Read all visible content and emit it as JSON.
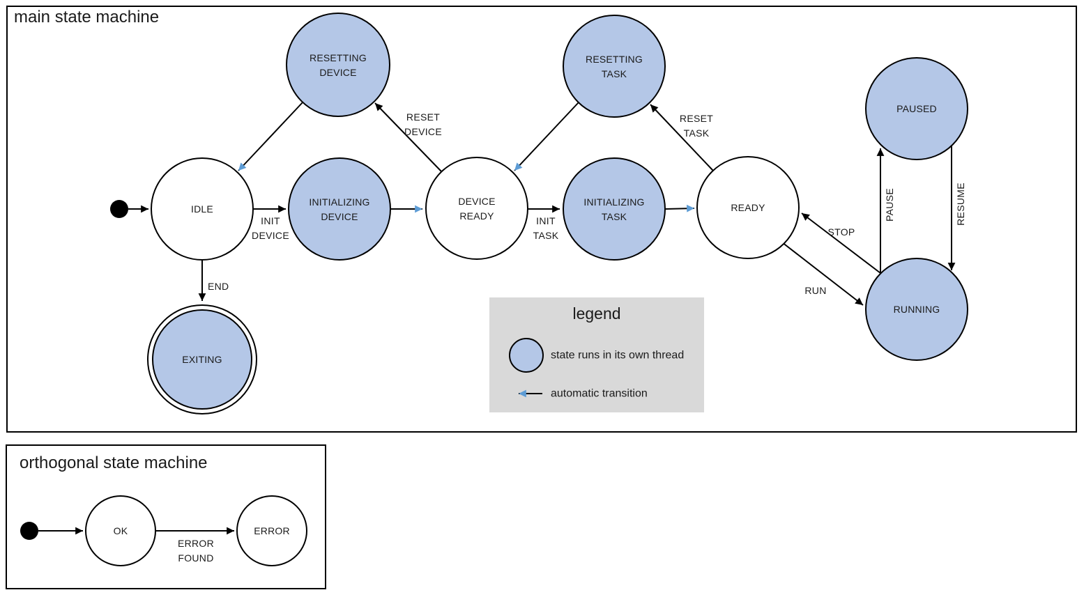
{
  "colors": {
    "thread_state_fill": "#b4c7e7",
    "plain_state_fill": "#ffffff",
    "auto_transition_blue": "#5d9cd5",
    "legend_background": "#d9d9d9",
    "outline": "#000000"
  },
  "main_machine": {
    "title": "main state machine",
    "states": {
      "idle": {
        "label": "IDLE"
      },
      "resetting_device": {
        "line1": "RESETTING",
        "line2": "DEVICE"
      },
      "initializing_device": {
        "line1": "INITIALIZING",
        "line2": "DEVICE"
      },
      "device_ready": {
        "line1": "DEVICE",
        "line2": "READY"
      },
      "resetting_task": {
        "line1": "RESETTING",
        "line2": "TASK"
      },
      "initializing_task": {
        "line1": "INITIALIZING",
        "line2": "TASK"
      },
      "ready": {
        "label": "READY"
      },
      "paused": {
        "label": "PAUSED"
      },
      "running": {
        "label": "RUNNING"
      },
      "exiting": {
        "label": "EXITING"
      }
    },
    "transitions": {
      "init_device": {
        "line1": "INIT",
        "line2": "DEVICE"
      },
      "init_task": {
        "line1": "INIT",
        "line2": "TASK"
      },
      "reset_device": {
        "line1": "RESET",
        "line2": "DEVICE"
      },
      "reset_task": {
        "line1": "RESET",
        "line2": "TASK"
      },
      "end": {
        "label": "END"
      },
      "stop": {
        "label": "STOP"
      },
      "run": {
        "label": "RUN"
      },
      "pause": {
        "label": "PAUSE"
      },
      "resume": {
        "label": "RESUME"
      }
    }
  },
  "legend": {
    "title": "legend",
    "thread_state_item": "state runs in its own thread",
    "auto_transition_item": "automatic transition"
  },
  "orthogonal_machine": {
    "title": "orthogonal state machine",
    "states": {
      "ok": {
        "label": "OK"
      },
      "error": {
        "label": "ERROR"
      }
    },
    "transitions": {
      "error_found": {
        "line1": "ERROR",
        "line2": "FOUND"
      }
    }
  }
}
